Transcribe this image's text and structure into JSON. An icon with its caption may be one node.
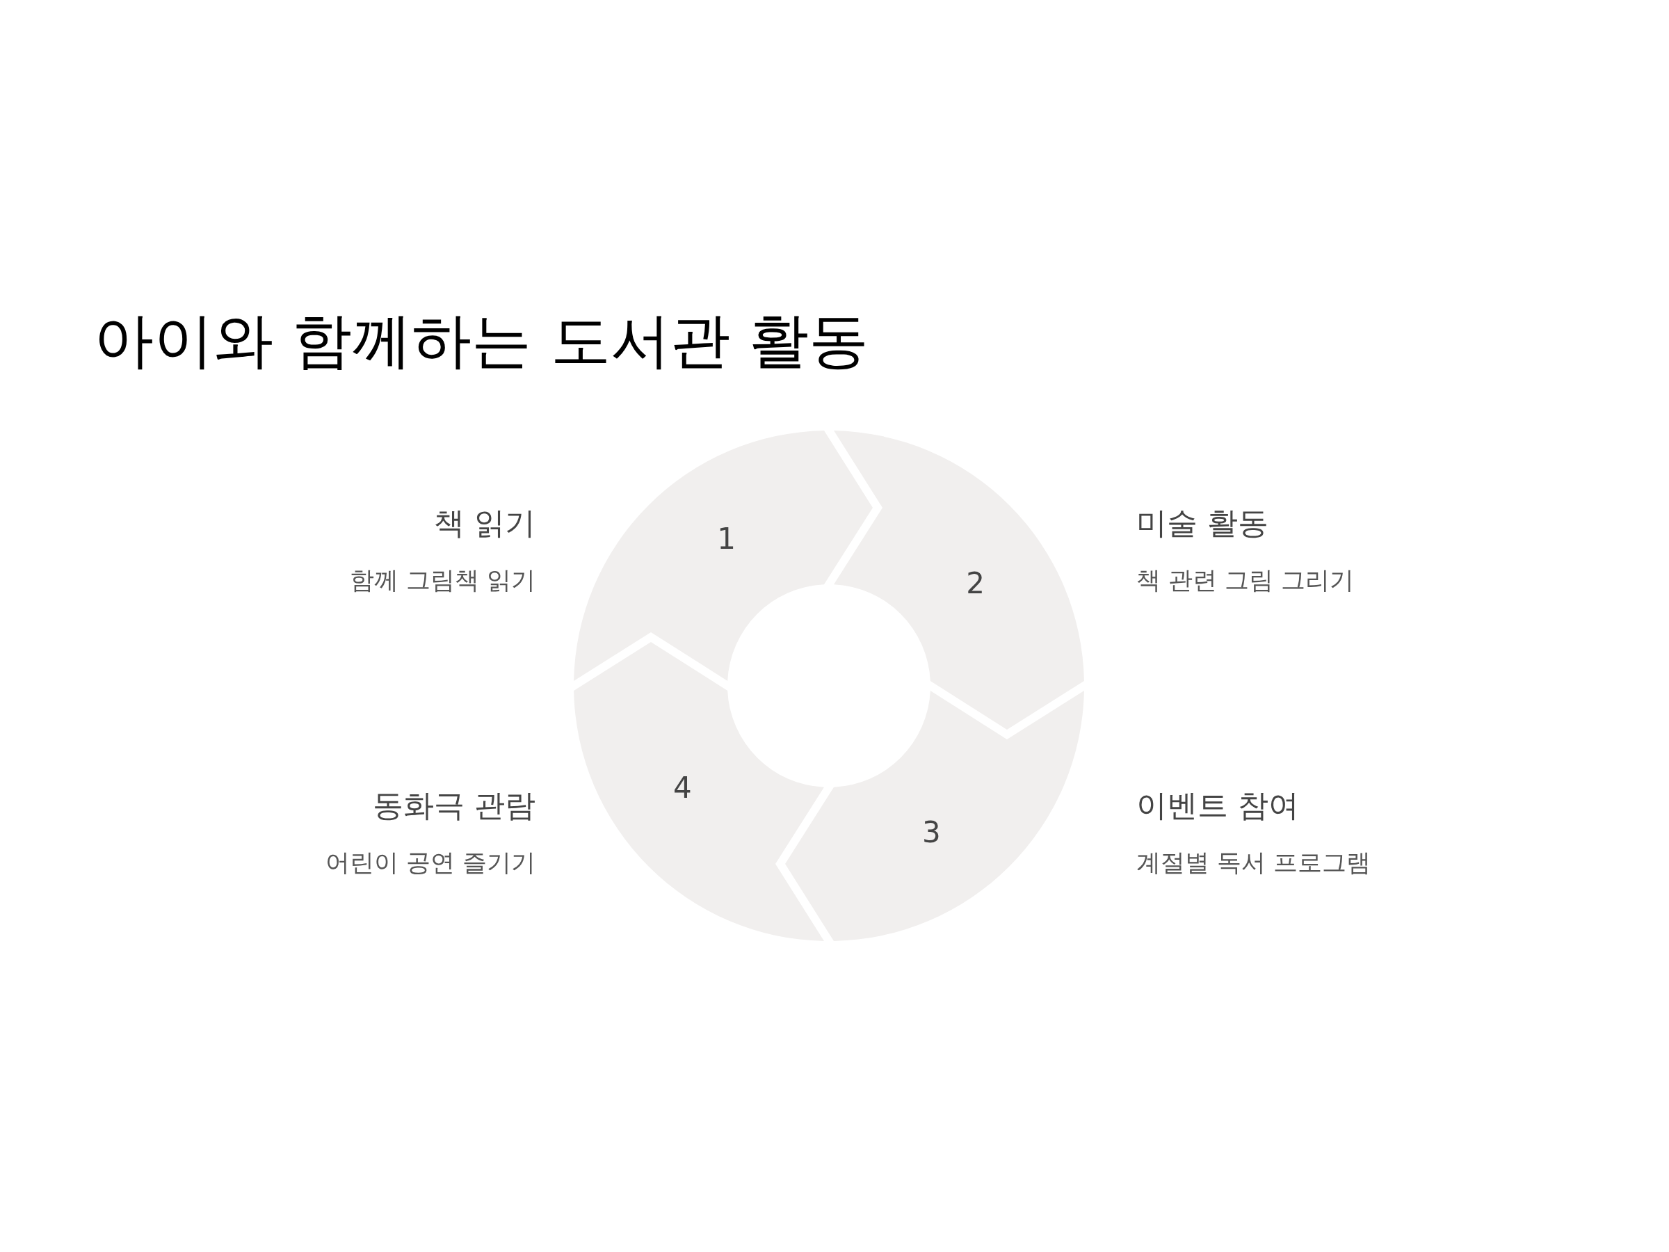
{
  "diagram": {
    "title": "아이와 함께하는 도서관 활동",
    "nodes": [
      {
        "text": [
          "1"
        ],
        "beside": [
          "책 읽기",
          "함께 그림책 읽기"
        ]
      },
      {
        "text": [
          "2"
        ],
        "beside": [
          "미술 활동",
          "책 관련 그림 그리기"
        ]
      },
      {
        "text": [
          "3"
        ],
        "beside": [
          "이벤트 참여",
          "계절별 독서 프로그램"
        ]
      },
      {
        "text": [
          "4"
        ],
        "beside": [
          "동화극 관람",
          "어린이 공연 즐기기"
        ]
      }
    ]
  }
}
